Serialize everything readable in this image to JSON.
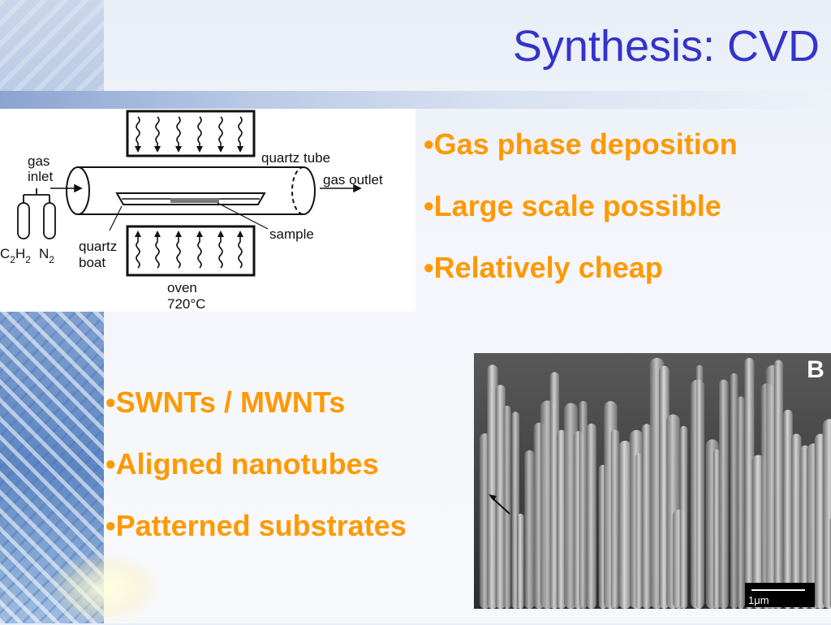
{
  "title": "Synthesis: CVD",
  "diagram": {
    "gas_label": "gas",
    "inlet_label": "inlet",
    "quartz_tube_label": "quartz tube",
    "gas_outlet_label": "gas outlet",
    "sample_label": "sample",
    "quartz_label": "quartz",
    "boat_label": "boat",
    "oven_label": "oven",
    "temperature_label": "720°C",
    "c_label": "C",
    "h_label": "H",
    "n_label": "N",
    "subscript_2": "2"
  },
  "bullets_top": [
    "•Gas phase deposition",
    "•Large scale possible",
    "•Relatively cheap"
  ],
  "bullets_bottom": [
    "•SWNTs / MWNTs",
    "•Aligned nanotubes",
    "•Patterned substrates"
  ],
  "sem_image": {
    "panel_label": "B",
    "scale_bar_label": "1μm"
  },
  "colors": {
    "title": "#3333cc",
    "bullets": "#ff9900"
  }
}
